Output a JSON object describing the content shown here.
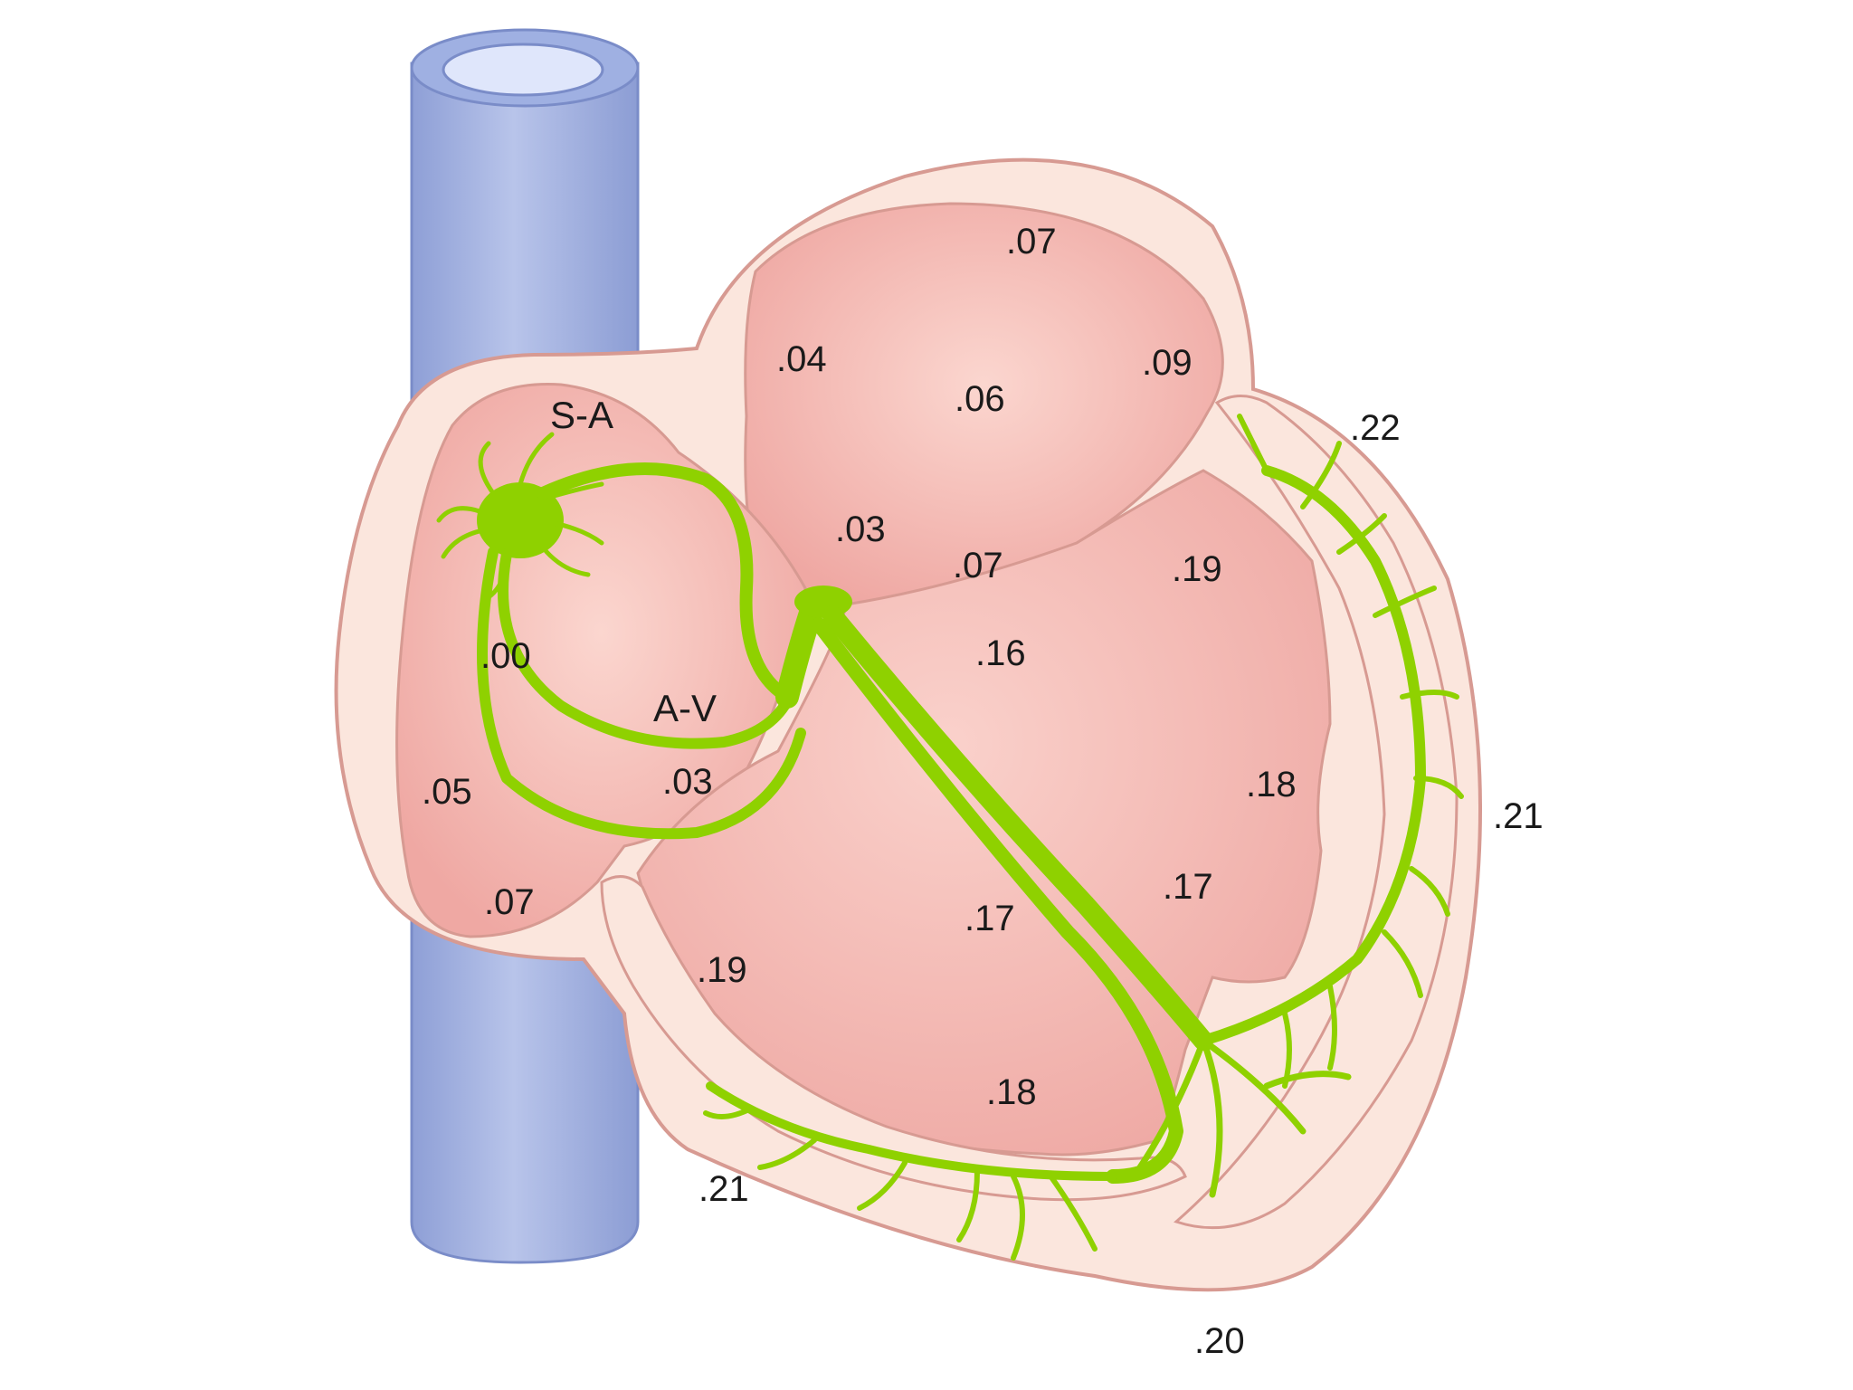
{
  "nodes": {
    "sa": "S-A",
    "av": "A-V"
  },
  "timings": {
    "ra_center": ".00",
    "ra_side": ".05",
    "ra_bottom": ".07",
    "av_path": ".03",
    "la_top": ".07",
    "la_left": ".04",
    "la_center": ".06",
    "la_right": ".09",
    "la_av": ".03",
    "la_bottom": ".07",
    "lv_apex_top": ".22",
    "lv_upper": ".19",
    "lv_outer": ".21",
    "septum_top": ".16",
    "lv_mid": ".18",
    "septum_right": ".17",
    "rv_mid": ".17",
    "rv_upper": ".19",
    "rv_low": ".18",
    "rv_outer": ".21",
    "apex": ".20"
  },
  "colors": {
    "vein": "#a9b6e0",
    "vein_outline": "#7a8cc8",
    "heart_wall": "#fbe6dd",
    "heart_outline": "#d79a92",
    "chamber": "#f2b2ae",
    "conduction": "#8fd100"
  }
}
